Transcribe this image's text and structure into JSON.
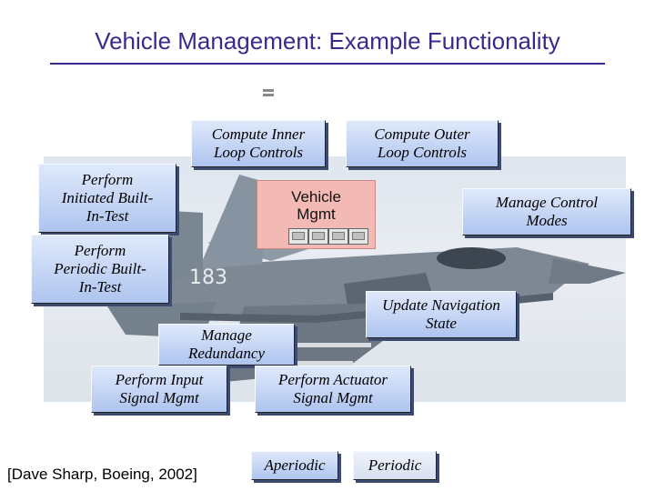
{
  "title": "Vehicle Management:  Example Functionality",
  "center": {
    "label": "Vehicle\nMgmt",
    "processor_icon": "processor-unit-icon",
    "processor_count": 4
  },
  "functions": {
    "inner_loop": "Compute Inner\nLoop Controls",
    "outer_loop": "Compute Outer\nLoop Controls",
    "initiated_bit": "Perform\nInitiated Built-\nIn-Test",
    "control_modes": "Manage Control\nModes",
    "periodic_bit": "Perform\nPeriodic Built-\nIn-Test",
    "navigation": "Update Navigation\nState",
    "redundancy": "Manage\nRedundancy",
    "input_signal": "Perform Input\nSignal Mgmt",
    "actuator_signal": "Perform Actuator\nSignal Mgmt"
  },
  "legend": {
    "aperiodic": "Aperiodic",
    "periodic": "Periodic"
  },
  "aircraft_marking": "183",
  "citation": "[Dave Sharp, Boeing, 2002]"
}
